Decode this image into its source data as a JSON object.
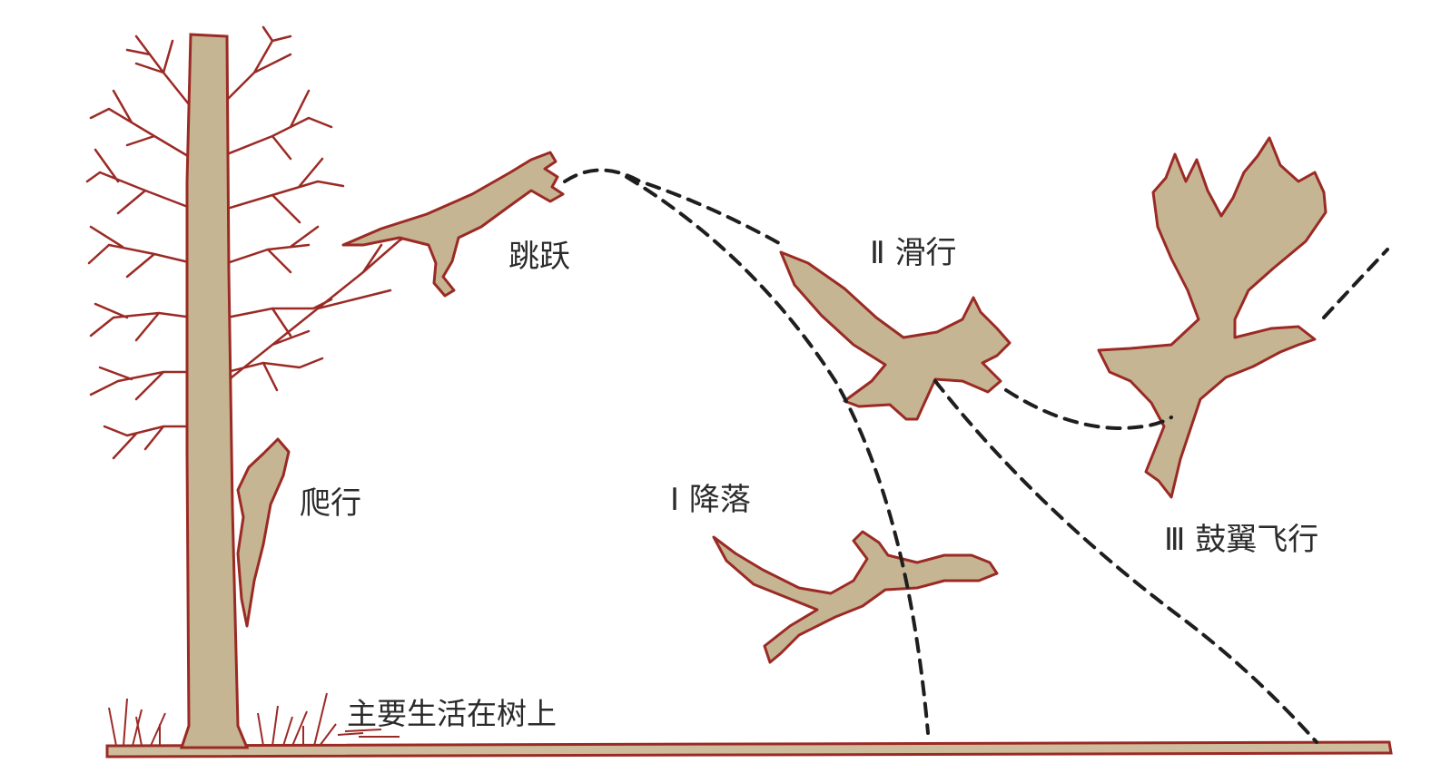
{
  "colors": {
    "outline": "#9b2a25",
    "fill": "#c6b592",
    "ground_fill": "#cdbd9c",
    "path": "#1e1e1e",
    "text": "#2b2b2b",
    "background": "#ffffff"
  },
  "labels": {
    "climb": "爬行",
    "jump": "跳跃",
    "glide": "Ⅱ 滑行",
    "land": "Ⅰ 降落",
    "flap": "Ⅲ 鼓翼飞行",
    "tree_life": "主要生活在树上"
  },
  "icons": [
    "tree",
    "grass",
    "climbing-animal",
    "leaping-animal",
    "gliding-animal",
    "landing-animal",
    "flapping-bird"
  ]
}
